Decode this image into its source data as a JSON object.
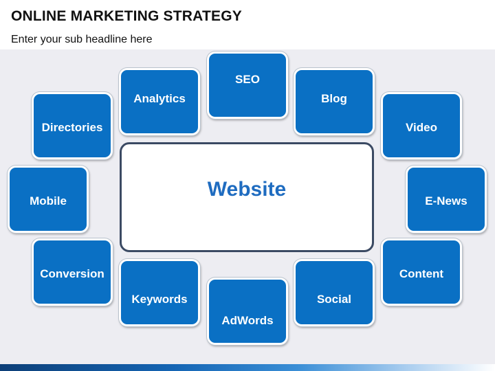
{
  "header": {
    "title": "ONLINE MARKETING STRATEGY",
    "subtitle": "Enter your sub headline here"
  },
  "diagram": {
    "center": "Website",
    "nodes": {
      "seo": "SEO",
      "analytics": "Analytics",
      "blog": "Blog",
      "directories": "Directories",
      "video": "Video",
      "mobile": "Mobile",
      "enews": "E-News",
      "conversion": "Conversion",
      "content": "Content",
      "keywords": "Keywords",
      "social": "Social",
      "adwords": "AdWords"
    }
  },
  "colors": {
    "node_fill": "#0a70c4",
    "center_text": "#1f6cc0",
    "center_border": "#3b4a63",
    "background": "#ededf2"
  }
}
